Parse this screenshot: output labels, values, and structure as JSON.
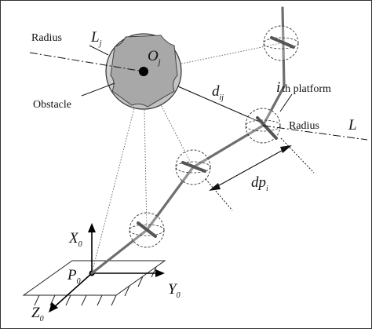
{
  "labels": {
    "radius_left": "Radius",
    "lj_main": "L",
    "lj_sub": "j",
    "oj_main": "O",
    "oj_sub": "j",
    "obstacle": "Obstacle",
    "dij_main": "d",
    "dij_sub": "ij",
    "ith_i": "i",
    "ith_rest": "th platform",
    "radius_right": "Radius",
    "l_right": "L",
    "dpi_main": "dp",
    "dpi_sub": "i",
    "x0_main": "X",
    "x0_sub": "0",
    "y0_main": "Y",
    "y0_sub": "0",
    "z0_main": "Z",
    "z0_sub": "0",
    "p0_main": "P",
    "p0_sub": "0"
  },
  "colors": {
    "obstacle_fill": "#a8a8a8",
    "sphere_fill": "#d9d9d9",
    "chain": "#6e6e6e",
    "ink": "#111111"
  }
}
